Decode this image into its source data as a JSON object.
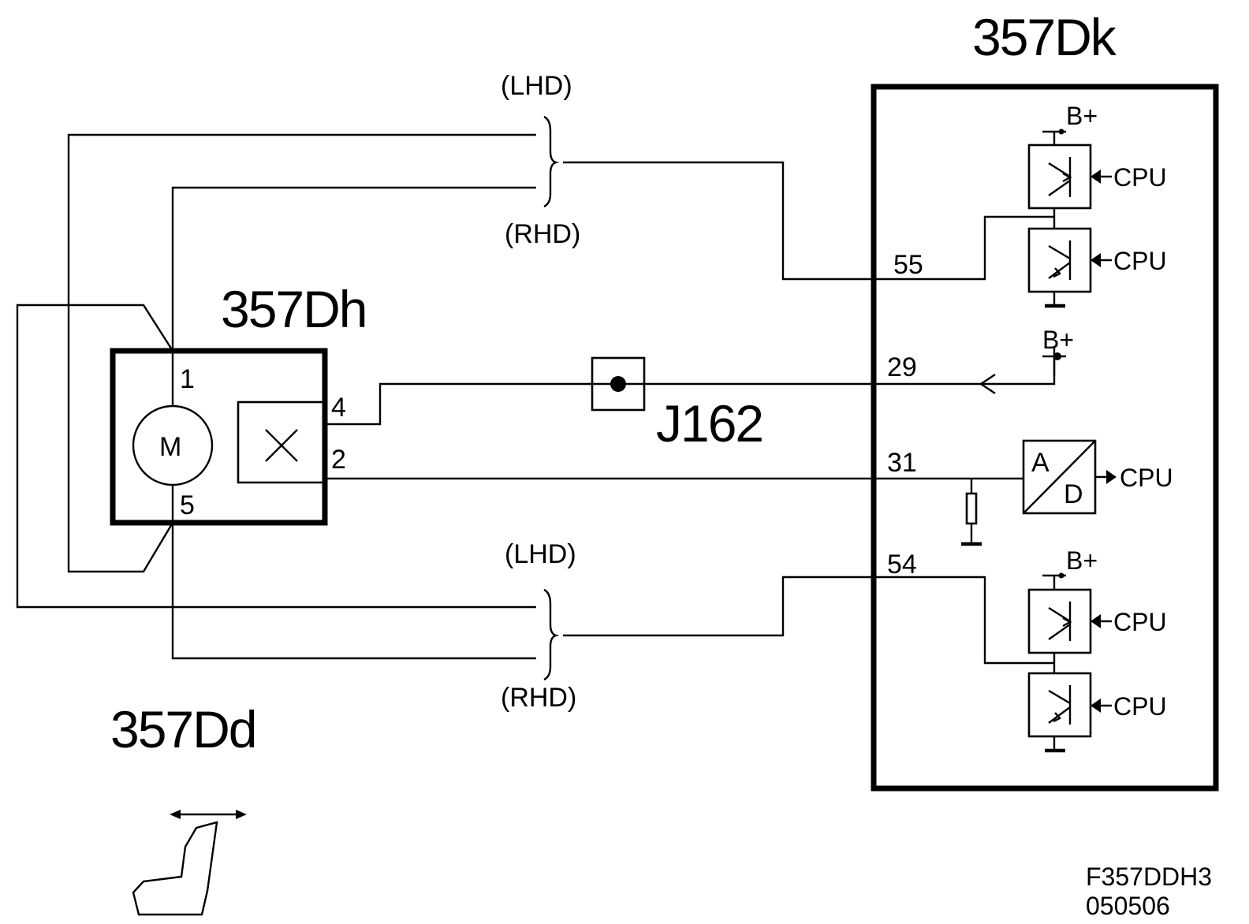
{
  "modules": {
    "dk": "357Dk",
    "dh": "357Dh",
    "dd": "357Dd",
    "connector": "J162"
  },
  "variants": {
    "lhd": "(LHD)",
    "rhd": "(RHD)"
  },
  "pins": {
    "motor_1": "1",
    "motor_5": "5",
    "sensor_4": "4",
    "sensor_2": "2",
    "dk_55": "55",
    "dk_29": "29",
    "dk_31": "31",
    "dk_54": "54"
  },
  "supply": "B+",
  "cpu": "CPU",
  "motor": "M",
  "adc": {
    "a": "A",
    "d": "D"
  },
  "footer": {
    "figure": "F357DDH3",
    "date": "050506"
  }
}
